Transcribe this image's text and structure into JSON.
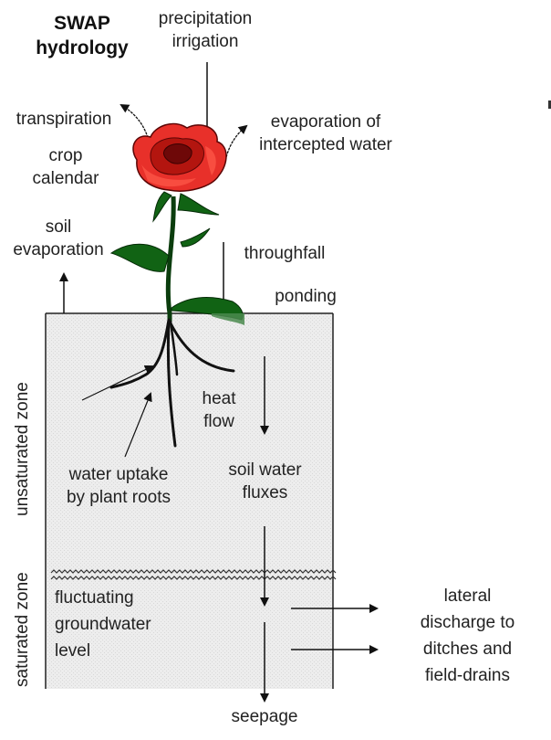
{
  "diagram": {
    "title": [
      "SWAP",
      "hydrology"
    ],
    "labels": {
      "precipitation": [
        "precipitation",
        "irrigation"
      ],
      "transpiration": "transpiration",
      "crop_calendar": [
        "crop",
        "calendar"
      ],
      "evaporation_intercepted": [
        "evaporation of",
        "intercepted water"
      ],
      "soil_evaporation": [
        "soil",
        "evaporation"
      ],
      "throughfall": "throughfall",
      "ponding": "ponding",
      "heat_flow": [
        "heat",
        "flow"
      ],
      "water_uptake": [
        "water uptake",
        "by plant roots"
      ],
      "soil_water_fluxes": [
        "soil water",
        "fluxes"
      ],
      "groundwater_level": [
        "fluctuating",
        "groundwater",
        "level"
      ],
      "lateral_discharge": [
        "lateral",
        "discharge to",
        "ditches and",
        "field-drains"
      ],
      "seepage": "seepage",
      "unsaturated_zone": "unsaturated zone",
      "saturated_zone": "saturated zone"
    },
    "colors": {
      "soil_fill": "#ececec",
      "rose_red": "#e0201c",
      "rose_dark": "#8a0c0c",
      "leaf_green": "#0f5f14",
      "line": "#111111"
    }
  }
}
